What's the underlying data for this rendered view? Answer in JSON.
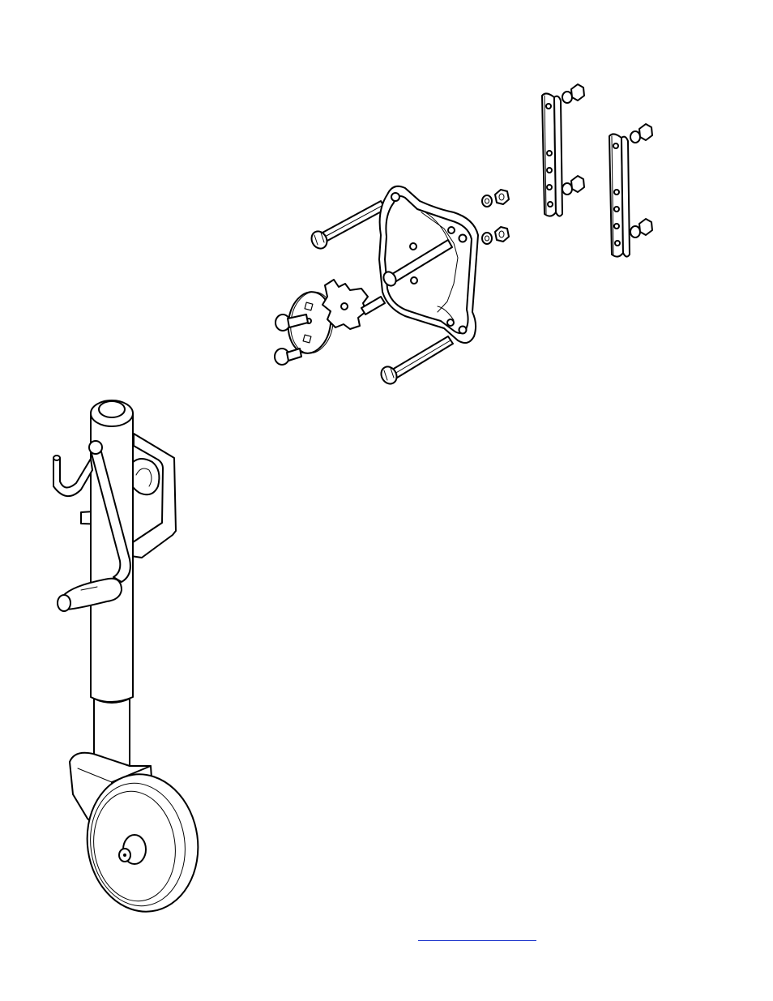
{
  "figure": {
    "kind": "exploded technical line drawing",
    "parts": [
      "hex-bolt",
      "mounting-bracket-plate",
      "swivel-disc-plate",
      "star-cam-plate",
      "carriage-bolt",
      "hex-nut",
      "flat-washer",
      "u-channel-strap",
      "jack-tube",
      "crank-handle",
      "handle-grip",
      "side-mount-bracket",
      "wheel-fork",
      "caster-wheel"
    ]
  },
  "link": {
    "text": ""
  },
  "colors": {
    "line": "#000000",
    "background": "#ffffff",
    "link": "#1a33cc"
  }
}
